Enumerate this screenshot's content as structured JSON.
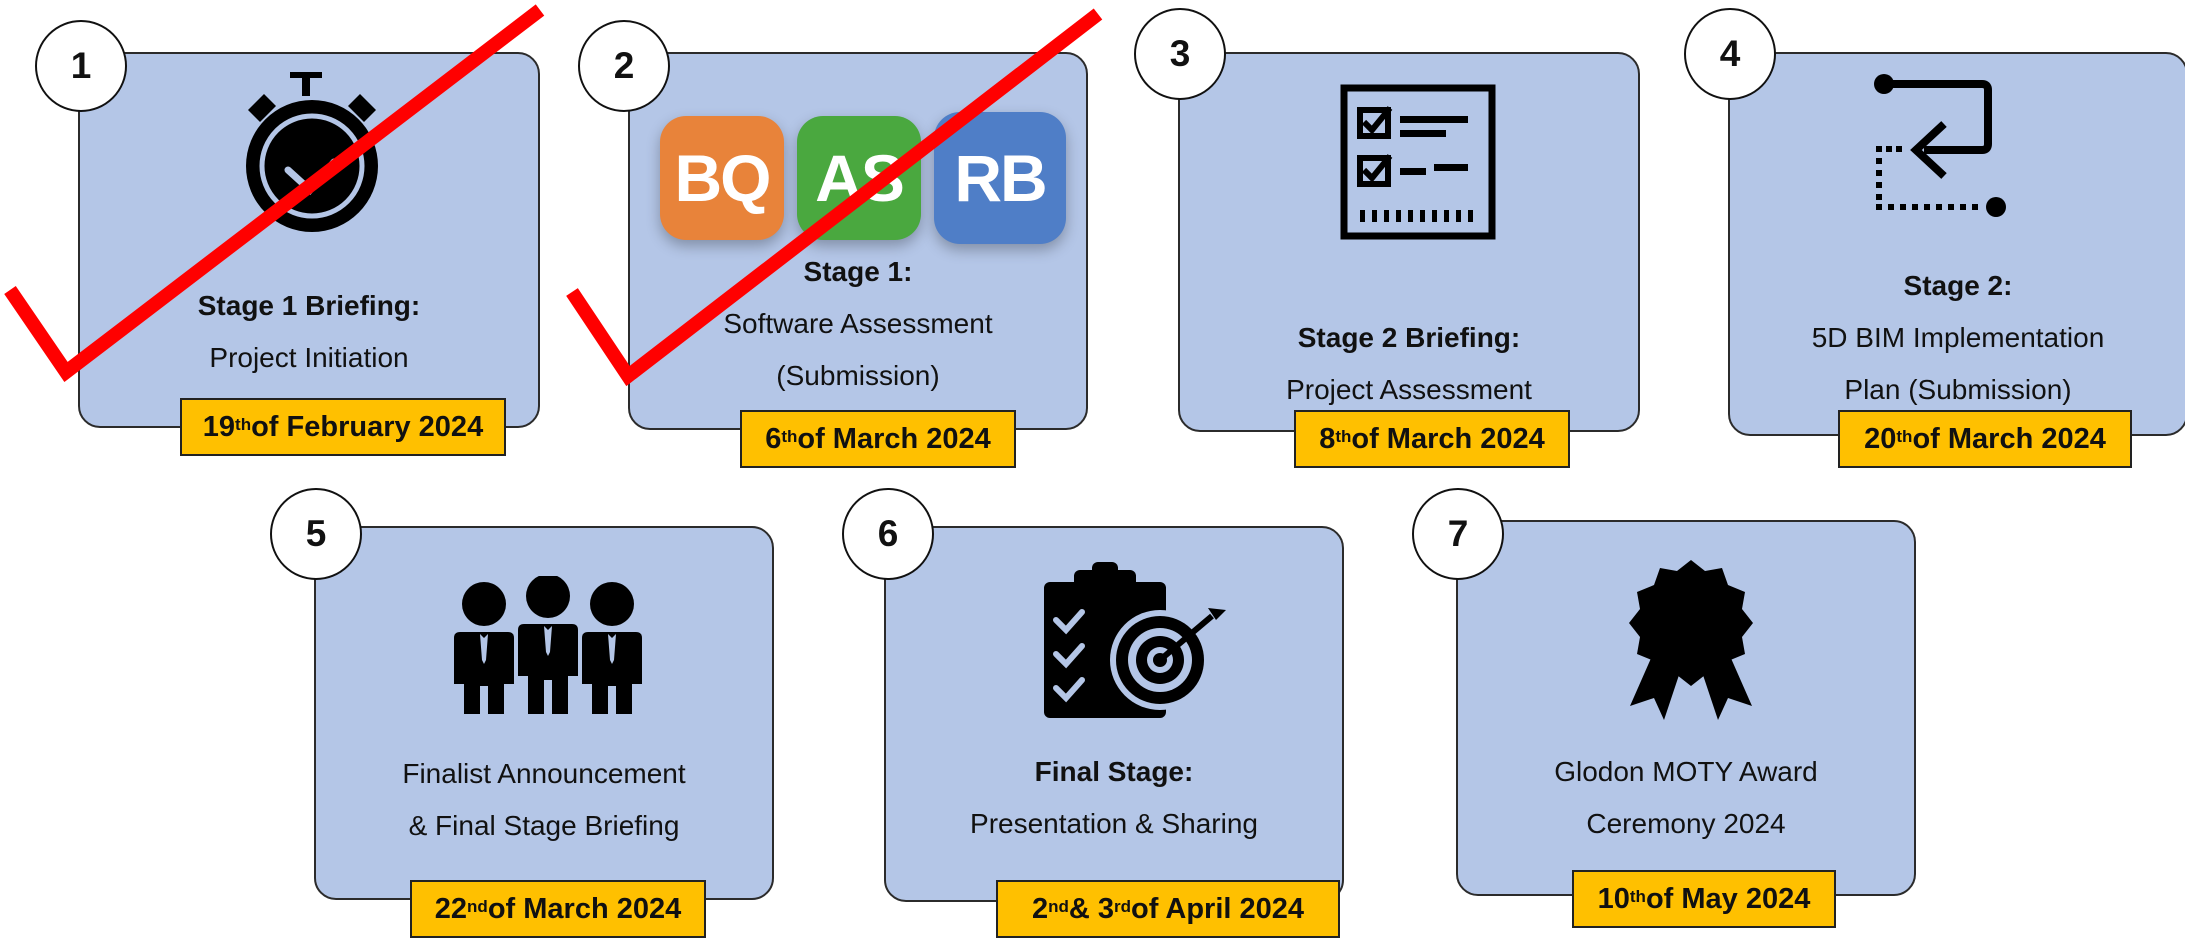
{
  "stages": [
    {
      "number": "1",
      "title": "Stage 1 Briefing:",
      "lines": [
        "Project Initiation"
      ],
      "date": {
        "day": "19",
        "suffix": "th",
        "rest": " of February 2024"
      },
      "icon": "stopwatch-icon",
      "completed": true
    },
    {
      "number": "2",
      "title": "Stage 1:",
      "lines": [
        "Software Assessment",
        "(Submission)"
      ],
      "date": {
        "day": "6",
        "suffix": "th",
        "rest": " of March 2024"
      },
      "icon": "software-apps-icon",
      "apps": [
        "BQ",
        "AS",
        "RB"
      ],
      "app_colors": [
        "#e8833a",
        "#4aa83f",
        "#4f7ec7"
      ],
      "completed": true
    },
    {
      "number": "3",
      "title": "Stage 2 Briefing:",
      "lines": [
        "Project Assessment"
      ],
      "date": {
        "day": "8",
        "suffix": "th",
        "rest": " of March 2024"
      },
      "icon": "checklist-icon",
      "completed": false
    },
    {
      "number": "4",
      "title": "Stage 2:",
      "lines": [
        "5D BIM Implementation",
        "Plan (Submission)"
      ],
      "date": {
        "day": "20",
        "suffix": "th",
        "rest": " of March 2024"
      },
      "icon": "process-arrow-icon",
      "completed": false
    },
    {
      "number": "5",
      "title": "",
      "lines": [
        "Finalist Announcement",
        "& Final Stage Briefing"
      ],
      "date": {
        "day": "22",
        "suffix": "nd",
        "rest": " of March 2024"
      },
      "icon": "team-icon",
      "completed": false
    },
    {
      "number": "6",
      "title": "Final Stage:",
      "lines": [
        "Presentation  & Sharing"
      ],
      "date": {
        "day": "2",
        "suffix": "nd",
        "mid": " & 3",
        "suffix2": "rd",
        "rest": " of April 2024"
      },
      "icon": "clipboard-target-icon",
      "completed": false
    },
    {
      "number": "7",
      "title": "",
      "lines": [
        "Glodon  MOTY Award",
        "Ceremony  2024"
      ],
      "date": {
        "day": "10",
        "suffix": "th",
        "rest": " of May 2024"
      },
      "icon": "award-ribbon-icon",
      "completed": false
    }
  ],
  "colors": {
    "card": "#b4c6e7",
    "date_badge": "#ffc000",
    "check_mark": "#ff0000"
  }
}
